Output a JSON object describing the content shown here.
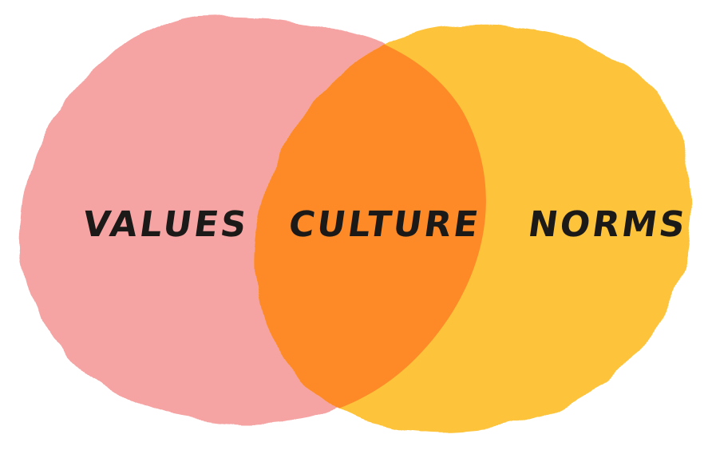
{
  "diagram": {
    "type": "venn",
    "sets": [
      {
        "label": "VALUES",
        "color": "#f6a3a3"
      },
      {
        "label": "NORMS",
        "color": "#fdc43a"
      }
    ],
    "intersection": {
      "label": "CULTURE",
      "color": "#fd8a28"
    }
  }
}
